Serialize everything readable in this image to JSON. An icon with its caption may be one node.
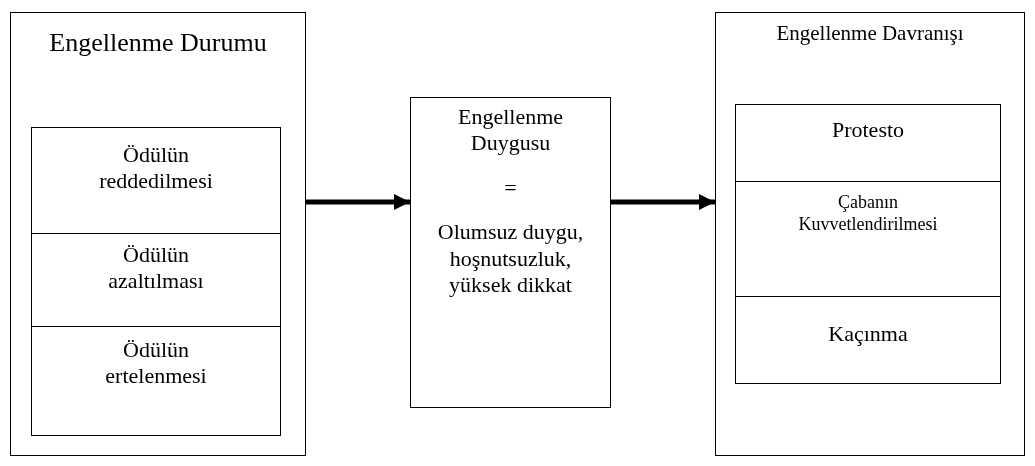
{
  "diagram": {
    "nodes": [
      {
        "text": [
          "Engellenme Durumu"
        ]
      },
      {
        "text": [
          "Ödülün reddedilmesi"
        ],
        "in": 0
      },
      {
        "text": [
          "Ödülün azaltılması"
        ],
        "in": 0
      },
      {
        "text": [
          "Ödülün ertelenmesi"
        ],
        "in": 0
      },
      {
        "text": [
          "Engellenme Duygusu",
          "=",
          "Olumsuz duygu, hoşnutsuzluk, yüksek dikkat"
        ]
      },
      {
        "text": [
          "Engellenme Davranışı"
        ]
      },
      {
        "text": [
          "Protesto"
        ],
        "in": 5
      },
      {
        "text": [
          "Çabanın Kuvvetlendirilmesi"
        ],
        "in": 5
      },
      {
        "text": [
          "Kaçınma"
        ],
        "in": 5
      }
    ],
    "edges": [
      {
        "from": 0,
        "to": 4,
        "arrow": "to"
      },
      {
        "from": 4,
        "to": 5,
        "arrow": "to"
      }
    ]
  }
}
